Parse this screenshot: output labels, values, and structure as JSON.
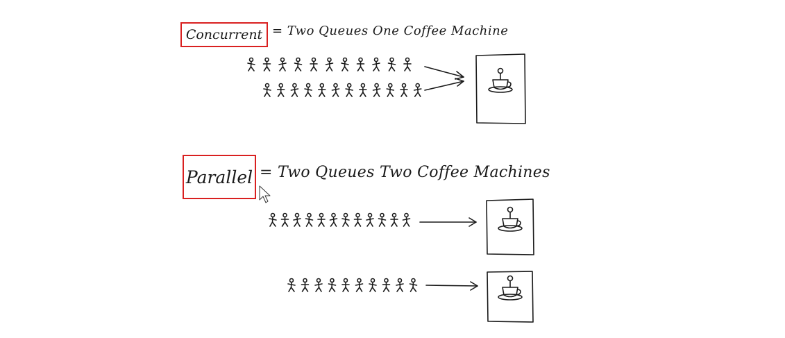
{
  "concurrent": {
    "label": "Concurrent",
    "description": "= Two Queues One Coffee Machine",
    "queues": [
      {
        "people": 11
      },
      {
        "people": 12
      }
    ],
    "machines": 1
  },
  "parallel": {
    "label": "Parallel",
    "description": "= Two Queues Two Coffee Machines",
    "queues": [
      {
        "people": 12
      },
      {
        "people": 10
      }
    ],
    "machines": 2
  },
  "colors": {
    "highlight": "#d92020",
    "ink": "#1a1a1a",
    "background": "#ffffff"
  },
  "icons": [
    "stick-figure-icon",
    "arrow-icon",
    "coffee-cup-icon",
    "mouse-cursor-icon"
  ]
}
